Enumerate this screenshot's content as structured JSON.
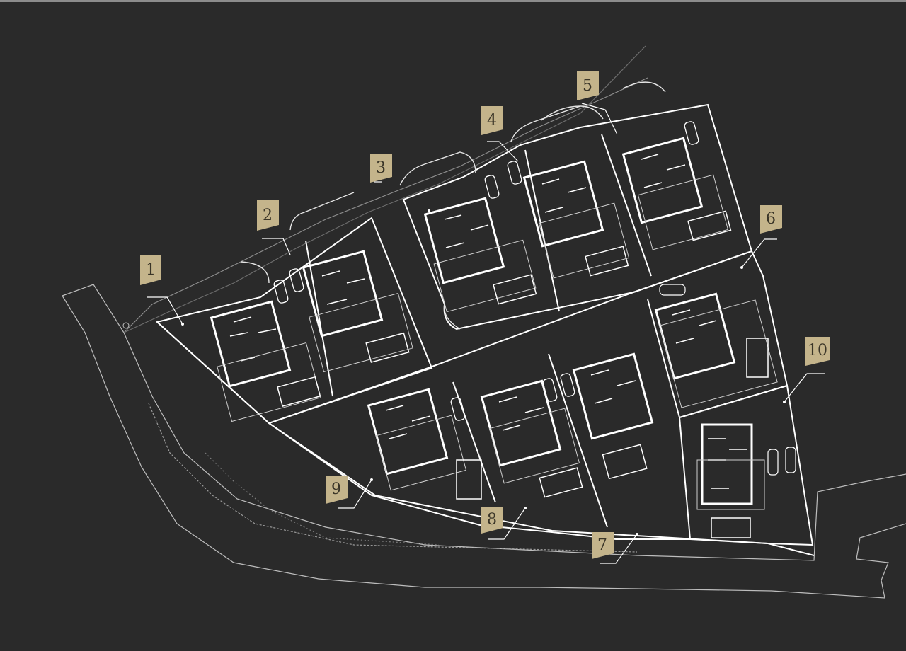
{
  "plots": [
    {
      "label": "1"
    },
    {
      "label": "2"
    },
    {
      "label": "3"
    },
    {
      "label": "4"
    },
    {
      "label": "5"
    },
    {
      "label": "6"
    },
    {
      "label": "7"
    },
    {
      "label": "8"
    },
    {
      "label": "9"
    },
    {
      "label": "10"
    }
  ],
  "colors": {
    "background": "#2a2a2a",
    "linework": "#ffffff",
    "tag": "#c4b48b",
    "tag_text": "#3a3528"
  }
}
